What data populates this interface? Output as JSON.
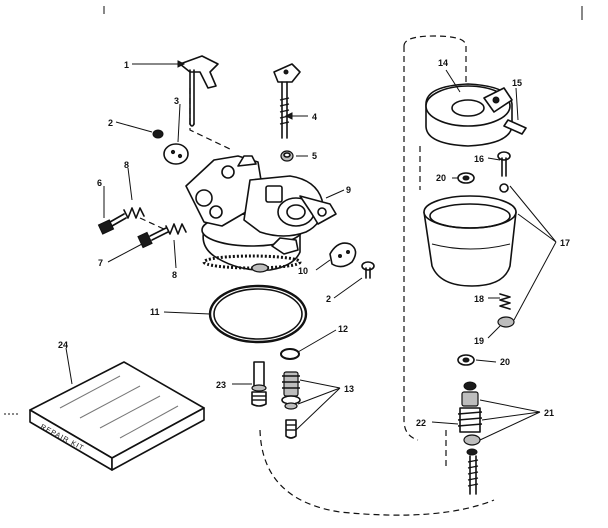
{
  "callouts": {
    "c1": "1",
    "c2a": "2",
    "c2b": "2",
    "c3": "3",
    "c4": "4",
    "c5": "5",
    "c6": "6",
    "c7": "7",
    "c8a": "8",
    "c8b": "8",
    "c9": "9",
    "c10": "10",
    "c11": "11",
    "c12": "12",
    "c13": "13",
    "c14": "14",
    "c15": "15",
    "c16": "16",
    "c17": "17",
    "c18": "18",
    "c19": "19",
    "c20a": "20",
    "c20b": "20",
    "c21": "21",
    "c22": "22",
    "c23": "23",
    "c24": "24"
  },
  "repair_kit_label": "REPAIR KIT"
}
